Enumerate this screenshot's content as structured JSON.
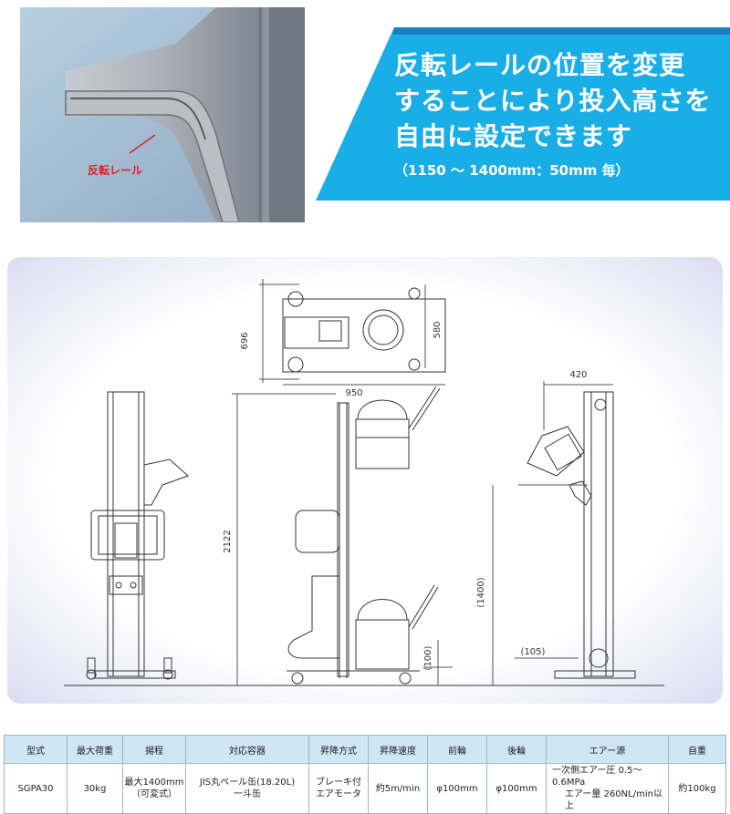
{
  "photo": {
    "label": "反転レール"
  },
  "banner": {
    "lines": [
      "反転レールの位置を変更",
      "することにより投入高さを",
      "自由に設定できます"
    ],
    "sub": "（1150 ～ 1400mm：50mm 毎）",
    "colors": {
      "banner": "#1aaee6",
      "accent": "#1a7fc1"
    }
  },
  "dimensions": {
    "d696": "696",
    "d580": "580",
    "d950": "950",
    "d420": "420",
    "d2122": "2122",
    "d1400": "(1400)",
    "d100": "(100)",
    "d105": "(105)"
  },
  "spec_table": {
    "headers": [
      "型式",
      "最大荷重",
      "揚程",
      "対応容器",
      "昇降方式",
      "昇降速度",
      "前輪",
      "後輪",
      "エアー源",
      "自重"
    ],
    "row": {
      "model": "SGPA30",
      "load": "30kg",
      "lift_1": "最大1400mm",
      "lift_2": "（可変式）",
      "container_1": "JIS丸ペール缶(18.20L)",
      "container_2": "一斗缶",
      "method_1": "ブレーキ付",
      "method_2": "エアモータ",
      "speed": "約5m/min",
      "front_wheel": "φ100mm",
      "rear_wheel": "φ100mm",
      "air_1": "一次側エアー圧  0.5～0.6MPa",
      "air_2": "エアー量  260NL/min以上",
      "weight": "約100kg"
    }
  }
}
